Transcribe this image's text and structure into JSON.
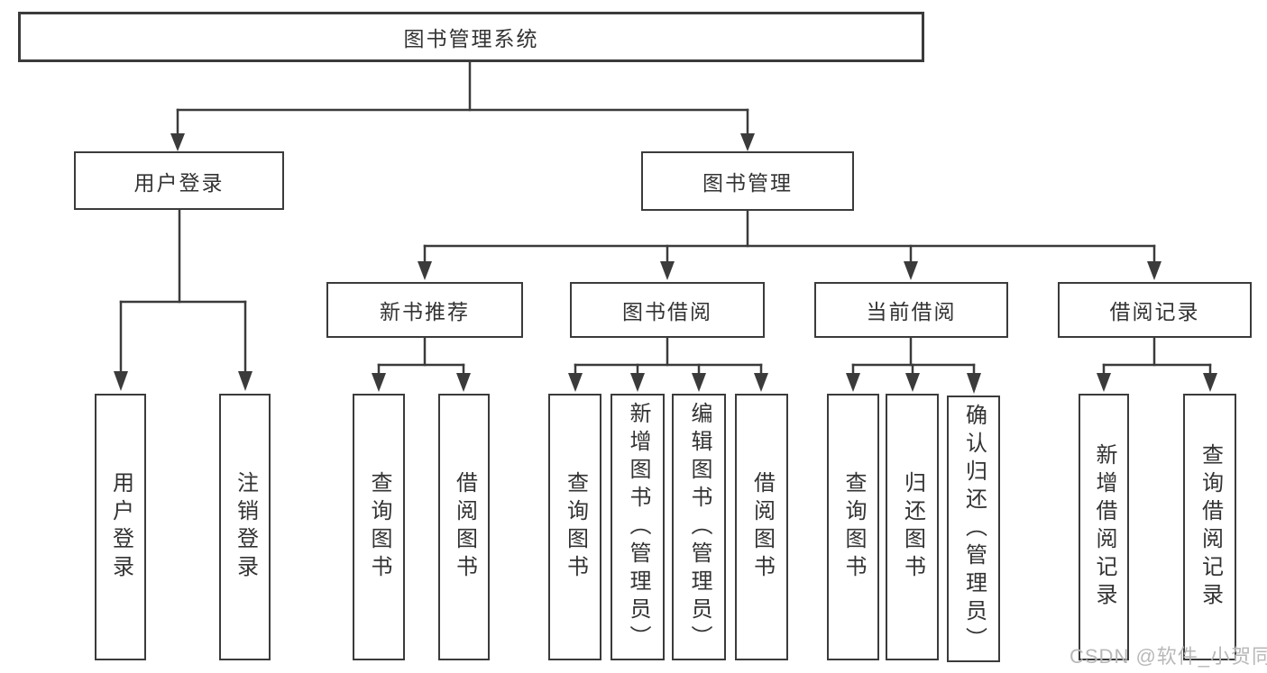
{
  "tree": {
    "root": {
      "label": "图书管理系统",
      "children": [
        {
          "label": "用户登录",
          "children": [
            {
              "label": "用户登录"
            },
            {
              "label": "注销登录"
            }
          ]
        },
        {
          "label": "图书管理",
          "children": [
            {
              "label": "新书推荐",
              "children": [
                {
                  "label": "查询图书"
                },
                {
                  "label": "借阅图书"
                }
              ]
            },
            {
              "label": "图书借阅",
              "children": [
                {
                  "label": "查询图书"
                },
                {
                  "label": "新增图书（管理员）"
                },
                {
                  "label": "编辑图书（管理员）"
                },
                {
                  "label": "借阅图书"
                }
              ]
            },
            {
              "label": "当前借阅",
              "children": [
                {
                  "label": "查询图书"
                },
                {
                  "label": "归还图书"
                },
                {
                  "label": "确认归还（管理员）"
                }
              ]
            },
            {
              "label": "借阅记录",
              "children": [
                {
                  "label": "新增借阅记录"
                },
                {
                  "label": "查询借阅记录"
                }
              ]
            }
          ]
        }
      ]
    }
  },
  "watermark": {
    "text": "CSDN @软件_小贺同学"
  },
  "colors": {
    "line": "#3b3b3b",
    "box_border": "#3b3b3b",
    "text": "#333333",
    "background": "#ffffff",
    "watermark": "#b8b8b8"
  }
}
